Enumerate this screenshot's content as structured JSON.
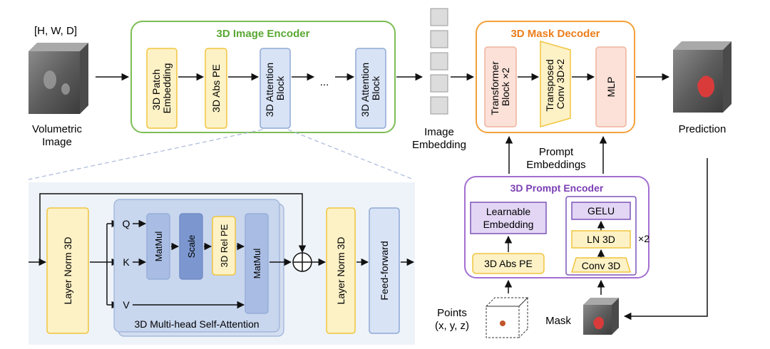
{
  "input": {
    "dims_label": "[H, W, D]",
    "label_line1": "Volumetric",
    "label_line2": "Image"
  },
  "image_encoder": {
    "title": "3D Image Encoder",
    "patch_embedding": [
      "3D Patch",
      "Embedding"
    ],
    "abs_pe": "3D Abs PE",
    "attention_block_1": [
      "3D Attention",
      "Block"
    ],
    "ellipsis": "...",
    "attention_block_n": [
      "3D Attention",
      "Block"
    ]
  },
  "image_embedding": {
    "label_line1": "Image",
    "label_line2": "Embedding"
  },
  "mask_decoder": {
    "title": "3D Mask Decoder",
    "transformer_block": [
      "Transformer",
      "Block ×2"
    ],
    "transposed_conv": [
      "Transposed",
      "Conv 3D×2"
    ],
    "mlp": "MLP"
  },
  "prediction": {
    "label": "Prediction"
  },
  "prompt_embeddings": {
    "label_line1": "Prompt",
    "label_line2": "Embeddings"
  },
  "prompt_encoder": {
    "title": "3D Prompt Encoder",
    "learnable_embedding": [
      "Learnable",
      "Embedding"
    ],
    "abs_pe": "3D Abs PE",
    "gelu": "GELU",
    "ln3d": "LN 3D",
    "conv3d": "Conv 3D",
    "repeat": "×2"
  },
  "points": {
    "label_line1": "Points",
    "label_line2": "(x, y, z)"
  },
  "mask": {
    "label": "Mask"
  },
  "attention_detail": {
    "layer_norm_1": "Layer Norm 3D",
    "q": "Q",
    "k": "K",
    "v": "V",
    "matmul_1": "MatMul",
    "scale": "Scale",
    "rel_pe": "3D Rel PE",
    "matmul_2": "MatMul",
    "mhsa_label": "3D Multi-head Self-Attention",
    "layer_norm_2": "Layer Norm 3D",
    "feed_forward": "Feed-forward"
  },
  "colors": {
    "encoder_border": "#7cbd55",
    "encoder_title": "#5aa832",
    "decoder_border": "#f3a13b",
    "decoder_title": "#ec7d1b",
    "prompt_border": "#a46fd1",
    "prompt_title": "#7b3fb4",
    "yellow_fill": "#fdf1c6",
    "yellow_stroke": "#f0c53e",
    "blue_fill": "#d8e3f6",
    "blue_stroke": "#8fa9d6",
    "salmon_fill": "#fbe1d8",
    "salmon_stroke": "#f0b39e",
    "purple_fill": "#e2d6f4",
    "purple_stroke": "#7d55b8"
  }
}
